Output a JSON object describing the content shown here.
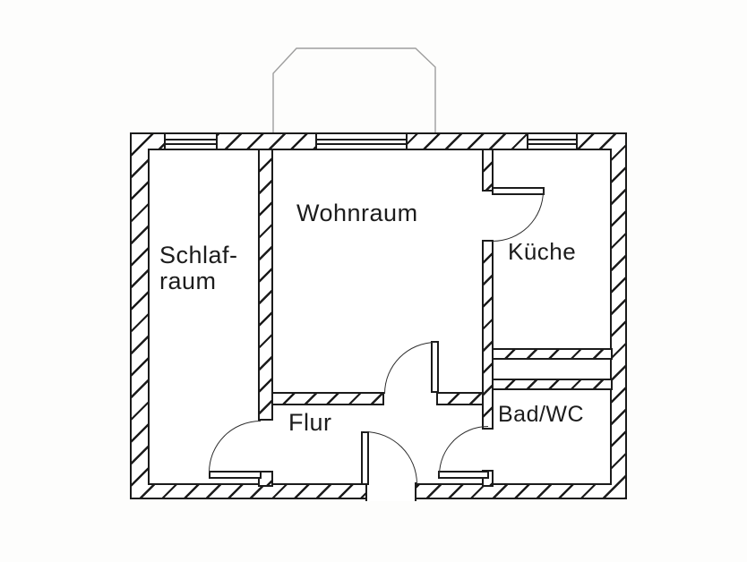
{
  "floorplan": {
    "rooms": {
      "schlafraum": {
        "label_line1": "Schlaf-",
        "label_line2": "raum"
      },
      "wohnraum": {
        "label": "Wohnraum"
      },
      "kueche": {
        "label": "Küche"
      },
      "flur": {
        "label": "Flur"
      },
      "bad_wc": {
        "label": "Bad/WC"
      }
    },
    "colors": {
      "wall_line": "#1b1b1b",
      "background": "#fdfdfc",
      "balcony_outline": "#9e9e9e"
    }
  }
}
